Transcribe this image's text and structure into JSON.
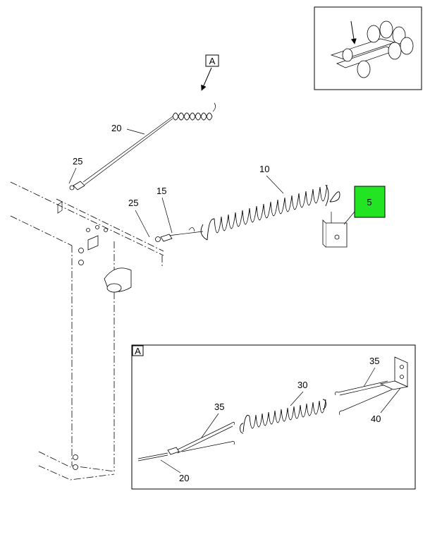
{
  "callouts": {
    "view_a_marker": "A",
    "part_20": "20",
    "part_25_upper": "25",
    "part_25_lower": "25",
    "part_15": "15",
    "part_10": "10",
    "part_5": "5",
    "detail_a_label": "A",
    "detail_35_right": "35",
    "detail_30": "30",
    "detail_35_left": "35",
    "detail_40": "40",
    "detail_20": "20"
  },
  "colors": {
    "highlight": "#22e422",
    "ink": "#000000"
  },
  "highlighted_part": "5"
}
